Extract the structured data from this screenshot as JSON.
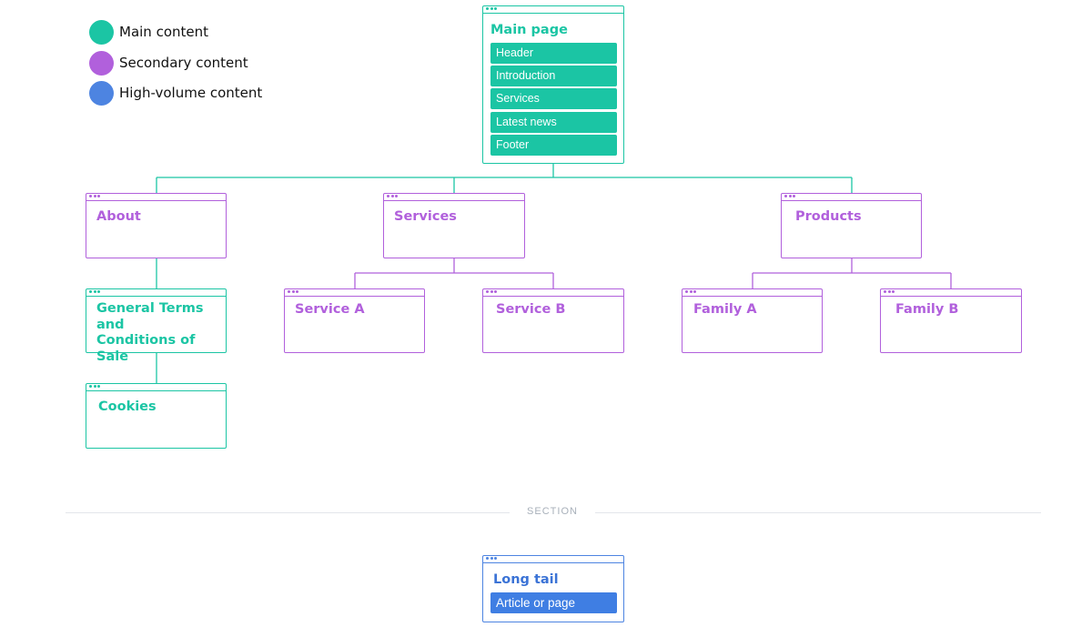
{
  "colors": {
    "main": "#1bc5a4",
    "secondary": "#b160dc",
    "high_volume": "#4d84e1"
  },
  "legend": [
    {
      "label": "Main content",
      "color": "#1bc5a4"
    },
    {
      "label": "Secondary content",
      "color": "#b160dc"
    },
    {
      "label": "High-volume content",
      "color": "#4d84e1"
    }
  ],
  "nodes": {
    "main_page": {
      "title": "Main page",
      "sections": [
        "Header",
        "Introduction",
        "Services",
        "Latest news",
        "Footer"
      ]
    },
    "about": {
      "title": "About"
    },
    "services": {
      "title": "Services"
    },
    "products": {
      "title": "Products"
    },
    "terms": {
      "title": "General Terms and Conditions of Sale"
    },
    "cookies": {
      "title": "Cookies"
    },
    "service_a": {
      "title": "Service A"
    },
    "service_b": {
      "title": "Service B"
    },
    "family_a": {
      "title": "Family A"
    },
    "family_b": {
      "title": "Family B"
    },
    "long_tail": {
      "title": "Long tail",
      "sections": [
        "Article or page"
      ]
    }
  },
  "section_divider": {
    "label": "SECTION"
  }
}
